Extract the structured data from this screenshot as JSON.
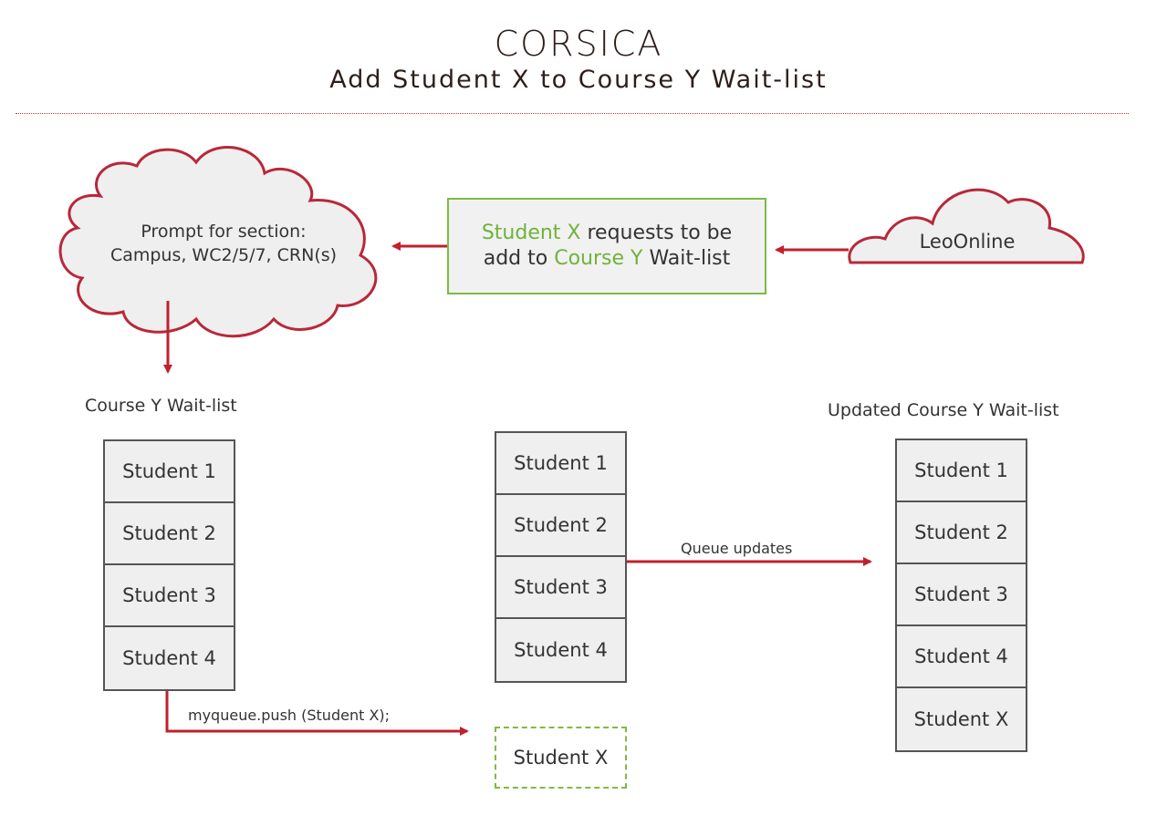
{
  "header": {
    "title": "CORSICA",
    "subtitle": "Add Student X to Course Y Wait-list"
  },
  "prompt_cloud": {
    "line1": "Prompt  for section:",
    "line2": "Campus, WC2/5/7, CRN(s)"
  },
  "request_box": {
    "student": "Student X",
    "mid1": " requests to be",
    "line2_pre": "add to ",
    "course": "Course Y",
    "line2_post": " Wait-list"
  },
  "source_cloud": {
    "label": "LeoOnline"
  },
  "waitlist": {
    "title": "Course Y Wait-list",
    "items": [
      "Student 1",
      "Student 2",
      "Student 3",
      "Student 4"
    ]
  },
  "middle_queue": {
    "items": [
      "Student 1",
      "Student 2",
      "Student 3",
      "Student 4"
    ]
  },
  "updated_waitlist": {
    "title": "Updated Course Y Wait-list",
    "items": [
      "Student 1",
      "Student 2",
      "Student 3",
      "Student 4",
      "Student X"
    ]
  },
  "push_label": "myqueue.push (Student X);",
  "new_item": "Student X",
  "queue_updates_label": "Queue updates",
  "colors": {
    "arrow": "#c0202e",
    "cloud_stroke": "#b8283a",
    "highlight": "#6fb33a"
  }
}
